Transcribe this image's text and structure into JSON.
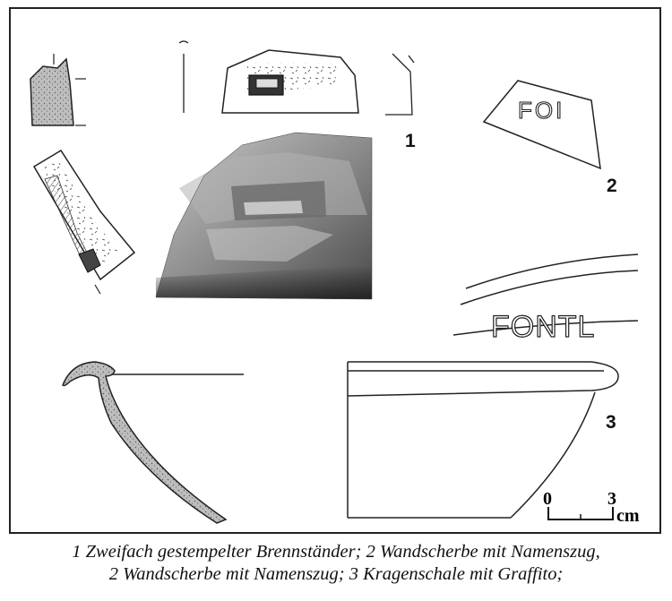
{
  "figure_numbers": {
    "fig1": "1",
    "fig2": "2",
    "fig3": "3"
  },
  "inscriptions": {
    "stamp_sherd": "FOI",
    "graffito": "FONTL"
  },
  "scale_bar": {
    "start": "0",
    "end": "3",
    "unit": "cm"
  },
  "caption": {
    "line1": "1 Zweifach gestempelter Brennständer; 2 Wandscherbe mit Namenszug,",
    "line2": "2 Wandscherbe mit Namenszug; 3 Kragenschale mit Graffito;"
  }
}
